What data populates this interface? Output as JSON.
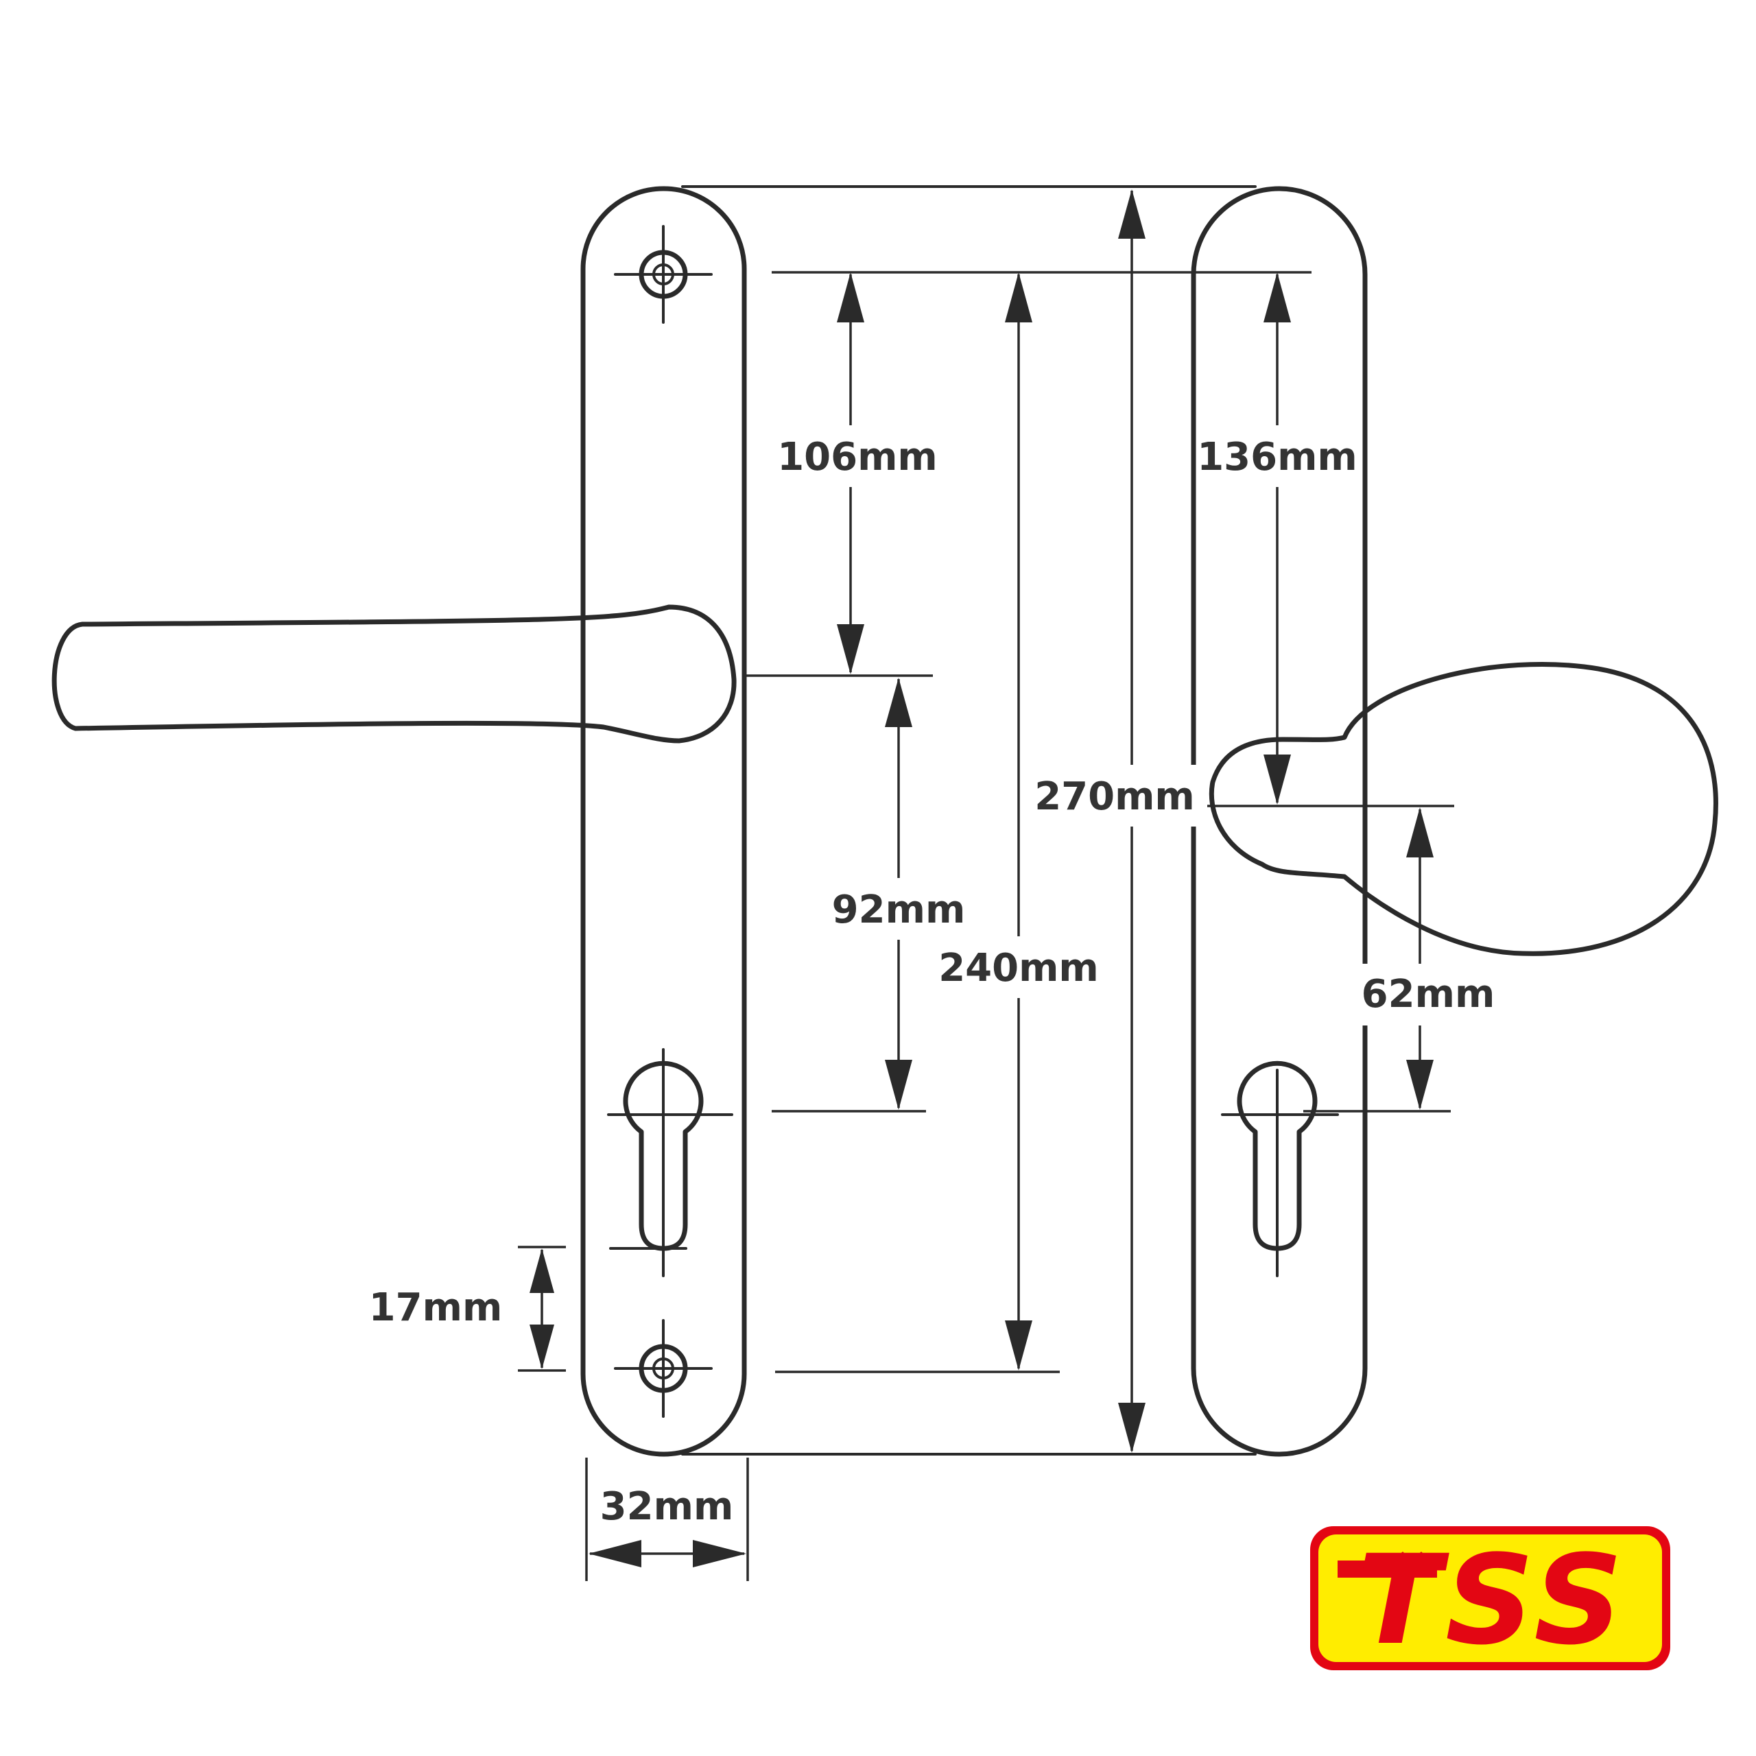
{
  "diagram": {
    "dimensions": {
      "d106": "106mm",
      "d136": "136mm",
      "d270": "270mm",
      "d92": "92mm",
      "d240": "240mm",
      "d62": "62mm",
      "d17": "17mm",
      "d32": "32mm"
    }
  },
  "logo": {
    "text": "TSS",
    "colors": {
      "fill": "#e30613",
      "background": "#ffed00",
      "border": "#e30613"
    }
  },
  "colors": {
    "line": "#2a2a2a",
    "text": "#333333"
  }
}
